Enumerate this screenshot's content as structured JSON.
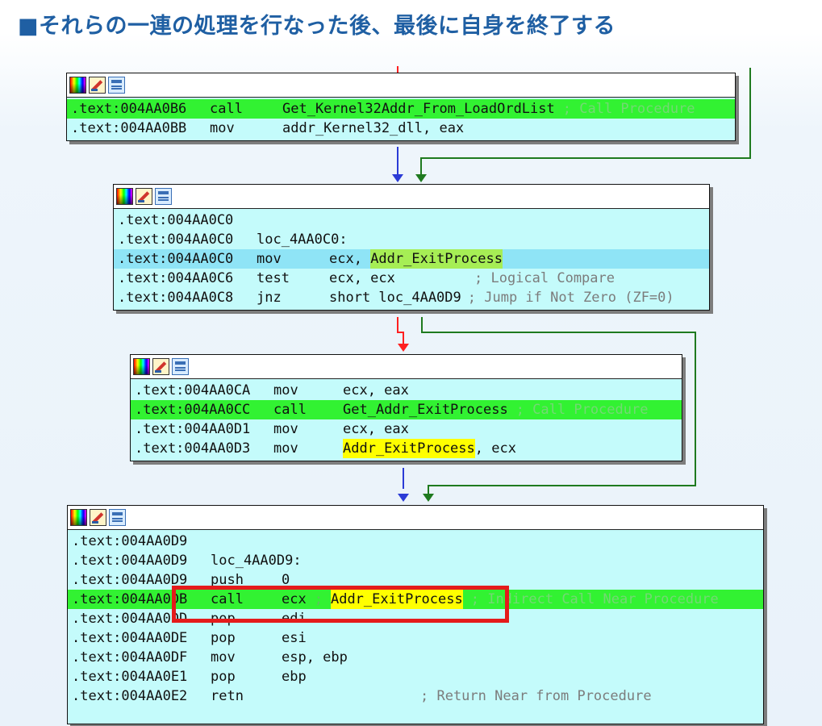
{
  "slide": {
    "title": "■それらの一連の処理を行なった後、最後に自身を終了する"
  },
  "colors": {
    "title": "#1f5fa3",
    "node_background": "#c4fbfb",
    "call_highlight": "#32f232",
    "selected_line": "#8fe4f6",
    "symbol_highlight": "#ffff00",
    "edge_true": "#1f7a1f",
    "edge_false": "#ff2020",
    "edge_flow": "#2b3bd6",
    "annotation_box": "#e41b1b"
  },
  "toolbar_icons": [
    "node-color-icon",
    "rename-icon",
    "graph-overview-icon"
  ],
  "nodes": {
    "node1": {
      "lines": [
        {
          "addr": ".text:004AA0B6",
          "mnemonic": "call",
          "operand": "Get_Kernel32Addr_From_LoadOrdList",
          "comment": "; Call Procedure"
        },
        {
          "addr": ".text:004AA0BB",
          "mnemonic": "mov",
          "operand": "addr_Kernel32_dll, eax",
          "comment": ""
        }
      ]
    },
    "node2": {
      "lines": [
        {
          "addr": ".text:004AA0C0",
          "mnemonic": "",
          "operand": "",
          "comment": ""
        },
        {
          "addr": ".text:004AA0C0",
          "mnemonic": "loc_4AA0C0:",
          "operand": "",
          "comment": ""
        },
        {
          "addr": ".text:004AA0C0",
          "mnemonic": "mov",
          "operand_pre": "ecx, ",
          "symbol": "Addr_ExitProcess",
          "comment": ""
        },
        {
          "addr": ".text:004AA0C6",
          "mnemonic": "test",
          "operand": "ecx, ecx",
          "comment": "; Logical Compare"
        },
        {
          "addr": ".text:004AA0C8",
          "mnemonic": "jnz",
          "operand": "short loc_4AA0D9",
          "comment": "; Jump if Not Zero (ZF=0)"
        }
      ]
    },
    "node3": {
      "lines": [
        {
          "addr": ".text:004AA0CA",
          "mnemonic": "mov",
          "operand": "ecx, eax",
          "comment": ""
        },
        {
          "addr": ".text:004AA0CC",
          "mnemonic": "call",
          "operand": "Get_Addr_ExitProcess",
          "comment": "; Call Procedure"
        },
        {
          "addr": ".text:004AA0D1",
          "mnemonic": "mov",
          "operand": "ecx, eax",
          "comment": ""
        },
        {
          "addr": ".text:004AA0D3",
          "mnemonic": "mov",
          "symbol": "Addr_ExitProcess",
          "operand_post": ", ecx",
          "comment": ""
        }
      ]
    },
    "node4": {
      "lines": [
        {
          "addr": ".text:004AA0D9",
          "mnemonic": "",
          "operand": "",
          "comment": ""
        },
        {
          "addr": ".text:004AA0D9",
          "mnemonic": "loc_4AA0D9:",
          "operand": "",
          "comment": ""
        },
        {
          "addr": ".text:004AA0D9",
          "mnemonic": "push",
          "operand": "0",
          "comment": ""
        },
        {
          "addr": ".text:004AA0DB",
          "mnemonic": "call",
          "operand": "ecx",
          "comment_pre": ";",
          "symbol": "Addr_ExitProcess",
          "comment": "; Indirect Call Near Procedure"
        },
        {
          "addr": ".text:004AA0DD",
          "mnemonic": "pop",
          "operand": "edi",
          "comment": ""
        },
        {
          "addr": ".text:004AA0DE",
          "mnemonic": "pop",
          "operand": "esi",
          "comment": ""
        },
        {
          "addr": ".text:004AA0DF",
          "mnemonic": "mov",
          "operand": "esp, ebp",
          "comment": ""
        },
        {
          "addr": ".text:004AA0E1",
          "mnemonic": "pop",
          "operand": "ebp",
          "comment": ""
        },
        {
          "addr": ".text:004AA0E2",
          "mnemonic": "retn",
          "operand": "",
          "comment": "; Return Near from Procedure"
        }
      ]
    }
  }
}
